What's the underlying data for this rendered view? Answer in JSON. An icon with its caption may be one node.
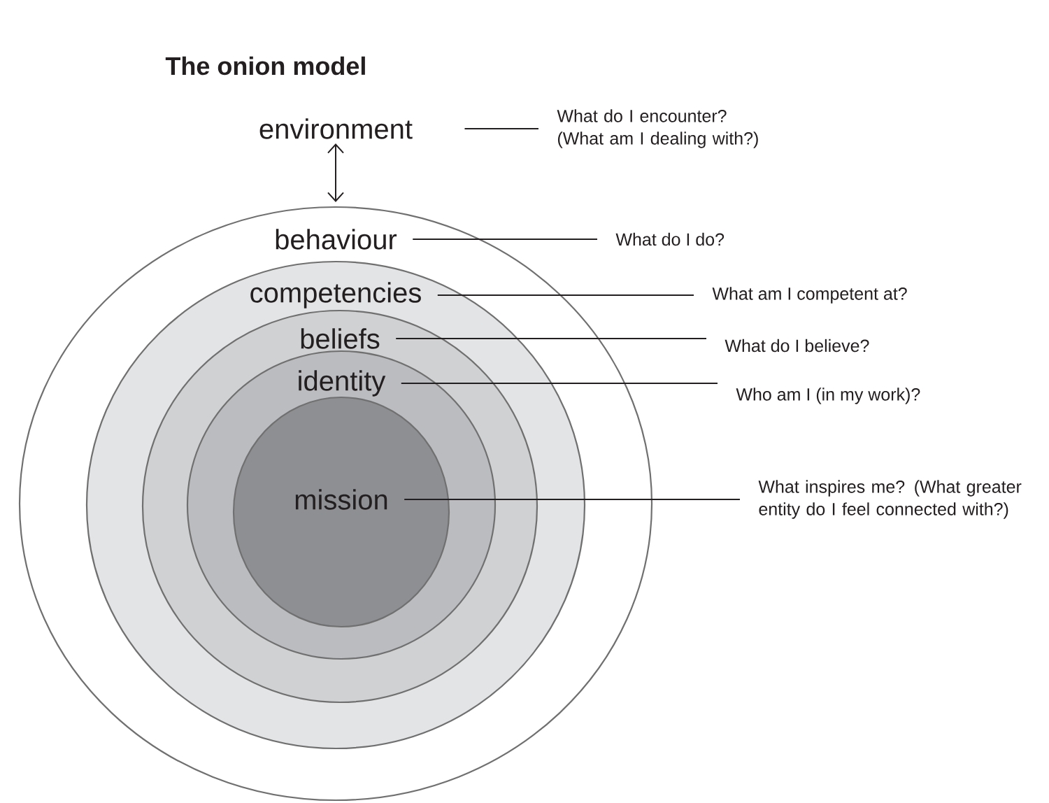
{
  "diagram": {
    "title": "The onion model",
    "nodes": [
      {
        "text": [
          "environment"
        ]
      },
      {
        "text": [
          "What do I encounter? (What am I dealing with?)"
        ]
      },
      {
        "text": [
          "behaviour"
        ]
      },
      {
        "text": [
          "What do I do?"
        ]
      },
      {
        "text": [
          "competencies"
        ],
        "in": 2
      },
      {
        "text": [
          "What am I competent at?"
        ]
      },
      {
        "text": [
          "beliefs"
        ],
        "in": 4
      },
      {
        "text": [
          "What do I believe?"
        ]
      },
      {
        "text": [
          "identity"
        ],
        "in": 6
      },
      {
        "text": [
          "Who am I (in my work)?"
        ]
      },
      {
        "text": [
          "mission"
        ],
        "in": 8
      },
      {
        "text": [
          "What inspires me? (What greater entity do I feel connected with?)"
        ]
      }
    ],
    "edges": [
      {
        "from": 0,
        "to": 2,
        "arrow": "both"
      },
      {
        "from": 0,
        "to": 1,
        "arrow": "none"
      },
      {
        "from": 2,
        "to": 3,
        "arrow": "none"
      },
      {
        "from": 4,
        "to": 5,
        "arrow": "none"
      },
      {
        "from": 6,
        "to": 7,
        "arrow": "none"
      },
      {
        "from": 8,
        "to": 9,
        "arrow": "none"
      },
      {
        "from": 10,
        "to": 11,
        "arrow": "none"
      }
    ]
  }
}
